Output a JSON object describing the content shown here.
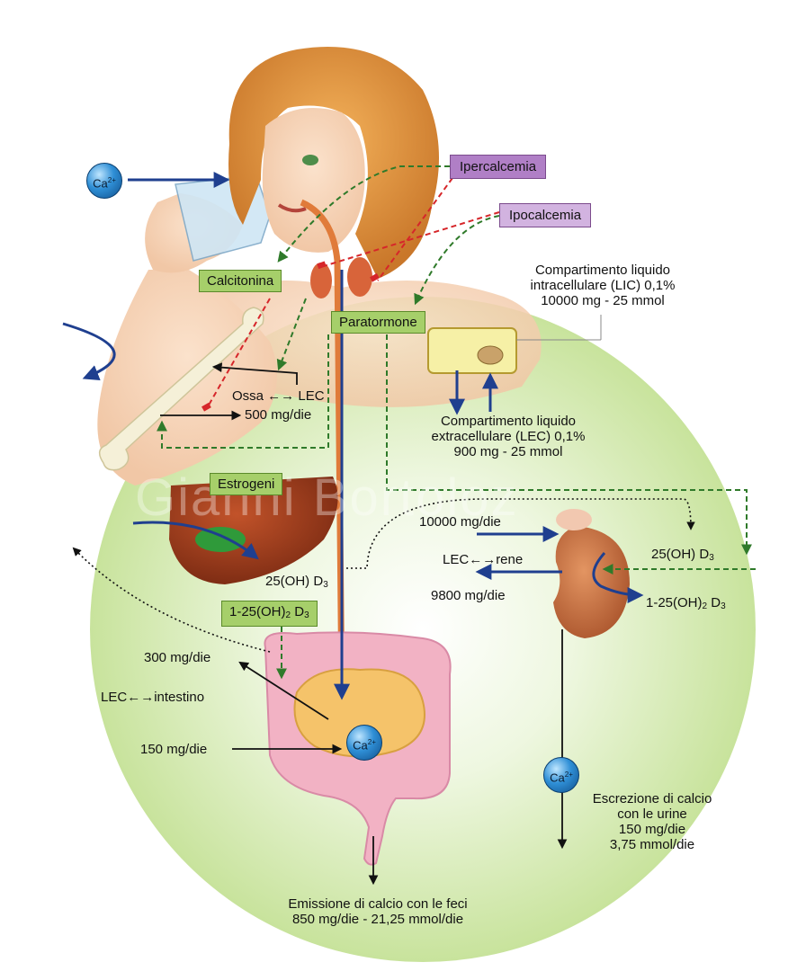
{
  "ion": {
    "symbol": "Ca",
    "charge": "2+"
  },
  "hormones": {
    "ipercalcemia": "Ipercalcemia",
    "ipocalcemia": "Ipocalcemia",
    "calcitonina": "Calcitonina",
    "paratormone": "Paratormone",
    "estrogeni": "Estrogeni",
    "vitd_active_pre": "1-25(OH)",
    "vitd_active_sub1": "2",
    "vitd_active_mid": " D",
    "vitd_active_sub2": "3"
  },
  "compartments": {
    "lic_line1": "Compartimento liquido",
    "lic_line2": "intracellulare (LIC) 0,1%",
    "lic_line3": "10000 mg - 25 mmol",
    "lec_line1": "Compartimento liquido",
    "lec_line2": "extracellulare (LEC) 0,1%",
    "lec_line3": "900 mg - 25 mmol"
  },
  "bone": {
    "ossa": "Ossa",
    "lec": "LEC",
    "rate": "500 mg/die"
  },
  "liver": {
    "label_pre": "25(OH) D",
    "label_sub": "3"
  },
  "kidney": {
    "in_rate": "10000 mg/die",
    "lec_rene_lec": "LEC",
    "lec_rene_rene": "rene",
    "out_rate": "9800 mg/die",
    "d3_pre": "25(OH) D",
    "d3_sub": "3",
    "active_pre": "1-25(OH)",
    "active_sub1": "2",
    "active_mid": " D",
    "active_sub2": "3"
  },
  "intestine": {
    "rate_out": "300 mg/die",
    "lec": "LEC",
    "intestino": "intestino",
    "rate_in": "150 mg/die"
  },
  "urine": {
    "line1": "Escrezione di calcio",
    "line2": "con le urine",
    "line3": "150 mg/die",
    "line4": "3,75 mmol/die"
  },
  "feces": {
    "line1": "Emissione di calcio con le feci",
    "line2": "850 mg/die - 21,25 mmol/die"
  },
  "watermark": "Gianni Bortoloz",
  "colors": {
    "blue_arrow": "#1f3f8f",
    "green_dashed": "#2f7a2a",
    "red_dashed": "#d6262a",
    "green_box": "#a6cf6a",
    "purple_box_1": "#b07fc6",
    "purple_box_2": "#d2b3e0",
    "bg_glow": "#cfe8a8"
  }
}
